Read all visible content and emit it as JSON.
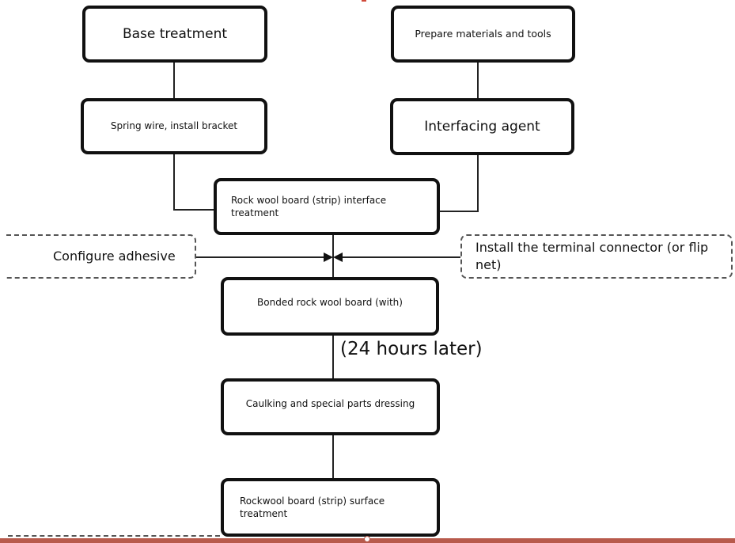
{
  "steps": {
    "base_treatment": "Base treatment",
    "prepare_materials": "Prepare materials and tools",
    "spring_wire": "Spring wire, install bracket",
    "interfacing_agent": "Interfacing agent",
    "interface_treatment": "Rock wool board (strip) interface treatment",
    "configure_adhesive": "Configure adhesive",
    "install_connector": "Install the terminal connector (or flip net)",
    "bonded_board": "Bonded rock wool board (with)",
    "wait_note": "(24 hours later)",
    "caulking": "Caulking and special parts dressing",
    "surface_treatment": "Rockwool board (strip) surface treatment"
  },
  "colors": {
    "box_border": "#111111",
    "dashed_border": "#555555",
    "connector_line": "#222222",
    "bottom_bar": "#b85a4c"
  }
}
